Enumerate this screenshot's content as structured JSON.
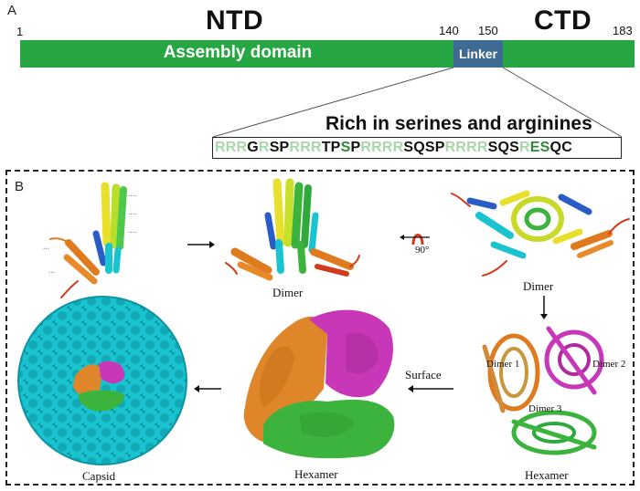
{
  "panel_a": {
    "letter": "A",
    "ntd": "NTD",
    "ctd": "CTD",
    "positions": {
      "start": "1",
      "p140": "140",
      "p150": "150",
      "end": "183"
    },
    "domain_label": "Assembly domain",
    "linker_label": "Linker",
    "rich_title": "Rich in serines and arginines",
    "sequence": [
      {
        "t": "RRR",
        "c": "light"
      },
      {
        "t": "G",
        "c": "dark"
      },
      {
        "t": "R",
        "c": "light"
      },
      {
        "t": "SP",
        "c": "dark"
      },
      {
        "t": "RRR",
        "c": "light"
      },
      {
        "t": "TP",
        "c": "dark"
      },
      {
        "t": "S",
        "c": "green"
      },
      {
        "t": "P",
        "c": "dark"
      },
      {
        "t": "RRRR",
        "c": "light"
      },
      {
        "t": "SQSP",
        "c": "dark"
      },
      {
        "t": "RRRR",
        "c": "light"
      },
      {
        "t": "SQS",
        "c": "dark"
      },
      {
        "t": "R",
        "c": "light"
      },
      {
        "t": "ES",
        "c": "green"
      },
      {
        "t": "QC",
        "c": "dark"
      }
    ]
  },
  "panel_b": {
    "letter": "B",
    "captions": {
      "dimer_front": "Dimer",
      "dimer_top": "Dimer",
      "hexamer_ribbon": "Hexamer",
      "hexamer_surface": "Hexamer",
      "capsid": "Capsid",
      "surface": "Surface",
      "rotation": "90°",
      "dimer1": "Dimer 1",
      "dimer2": "Dimer 2",
      "dimer3": "Dimer 3"
    },
    "colors": {
      "orange": "#e07a1f",
      "magenta": "#c837b8",
      "green": "#3cb33c",
      "cyan": "#19c3d0",
      "yellow": "#e8e02a",
      "blue": "#2a5cc8",
      "red": "#d23a1e"
    }
  }
}
